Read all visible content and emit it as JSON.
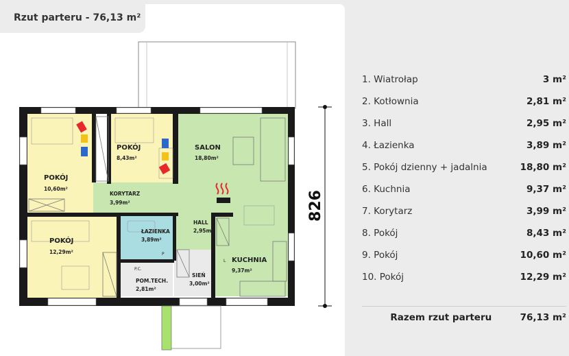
{
  "title": "Rzut parteru - 76,13 m²",
  "plan": {
    "rooms": [
      {
        "id": "pokoj-1",
        "name": "POKÓJ",
        "area": "10,60m²"
      },
      {
        "id": "pokoj-2",
        "name": "POKÓJ",
        "area": "8,43m²"
      },
      {
        "id": "salon",
        "name": "SALON",
        "area": "18,80m²"
      },
      {
        "id": "korytarz",
        "name": "KORYTARZ",
        "area": "3,99m²"
      },
      {
        "id": "lazienka",
        "name": "ŁAZIENKA",
        "area": "3,89m²"
      },
      {
        "id": "hall",
        "name": "HALL",
        "area": "2,95m²"
      },
      {
        "id": "pokoj-3",
        "name": "POKÓJ",
        "area": "12,29m²"
      },
      {
        "id": "kuchnia",
        "name": "KUCHNIA",
        "area": "9,37m²"
      },
      {
        "id": "pom-tech",
        "name": "POM.TECH.",
        "area": "2,81m²"
      },
      {
        "id": "sien",
        "name": "SIEŃ",
        "area": "3,00m²"
      }
    ],
    "dimension": "826",
    "fixtures": {
      "pc": "P.C.",
      "p": "P",
      "l": "L"
    }
  },
  "rooms_table": [
    {
      "label": "1. Wiatrołap",
      "value": "3 m²"
    },
    {
      "label": "2. Kotłownia",
      "value": "2,81 m²"
    },
    {
      "label": "3. Hall",
      "value": "2,95 m²"
    },
    {
      "label": "4. Łazienka",
      "value": "3,89 m²"
    },
    {
      "label": "5. Pokój dzienny + jadalnia",
      "value": "18,80 m²"
    },
    {
      "label": "6. Kuchnia",
      "value": "9,37 m²"
    },
    {
      "label": "7. Korytarz",
      "value": "3,99 m²"
    },
    {
      "label": "8. Pokój",
      "value": "8,43 m²"
    },
    {
      "label": "9. Pokój",
      "value": "10,60 m²"
    },
    {
      "label": "10. Pokój",
      "value": "12,29 m²"
    }
  ],
  "total": {
    "label": "Razem rzut parteru",
    "value": "76,13 m²"
  }
}
